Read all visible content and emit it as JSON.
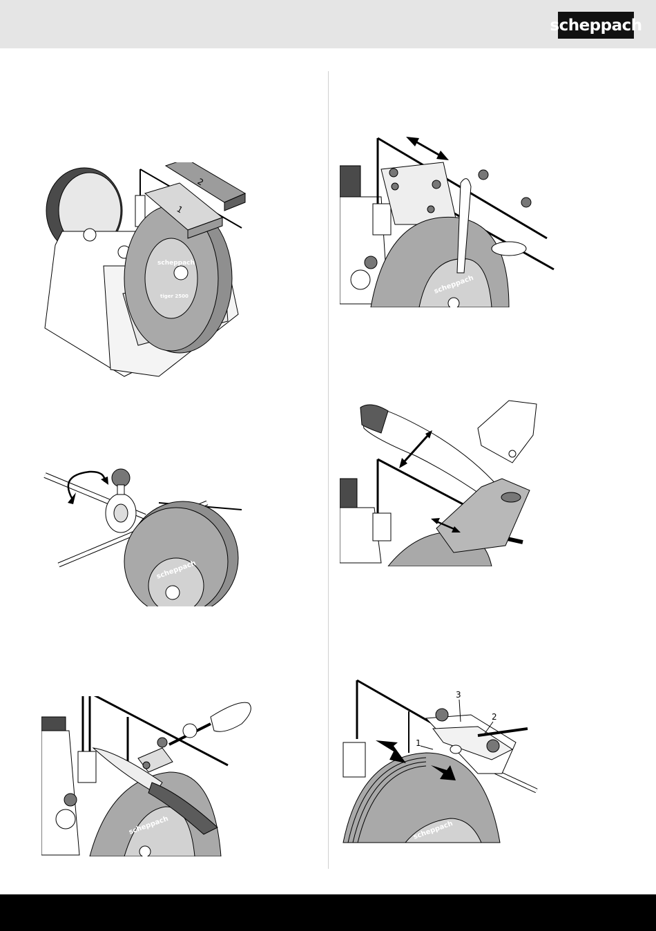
{
  "header": {
    "brand": "scheppach"
  },
  "figures": {
    "wheel_assembly": {
      "stone_labels": [
        "1",
        "2"
      ],
      "wheel_brand": "scheppach",
      "wheel_model": "tiger 2500"
    },
    "knife_guide": {
      "wheel_brand": "scheppach"
    },
    "rotating_rod": {
      "wheel_brand": "scheppach"
    },
    "axe_jig": {},
    "knife_jig": {
      "wheel_brand": "scheppach"
    },
    "dressing_tool": {
      "callouts": [
        "1",
        "2",
        "3"
      ],
      "wheel_brand": "scheppach"
    }
  },
  "colors": {
    "wheel": "#a9a9a9",
    "stone": "#b0b0b0",
    "header": "#e5e5e5",
    "footer": "#000000"
  }
}
